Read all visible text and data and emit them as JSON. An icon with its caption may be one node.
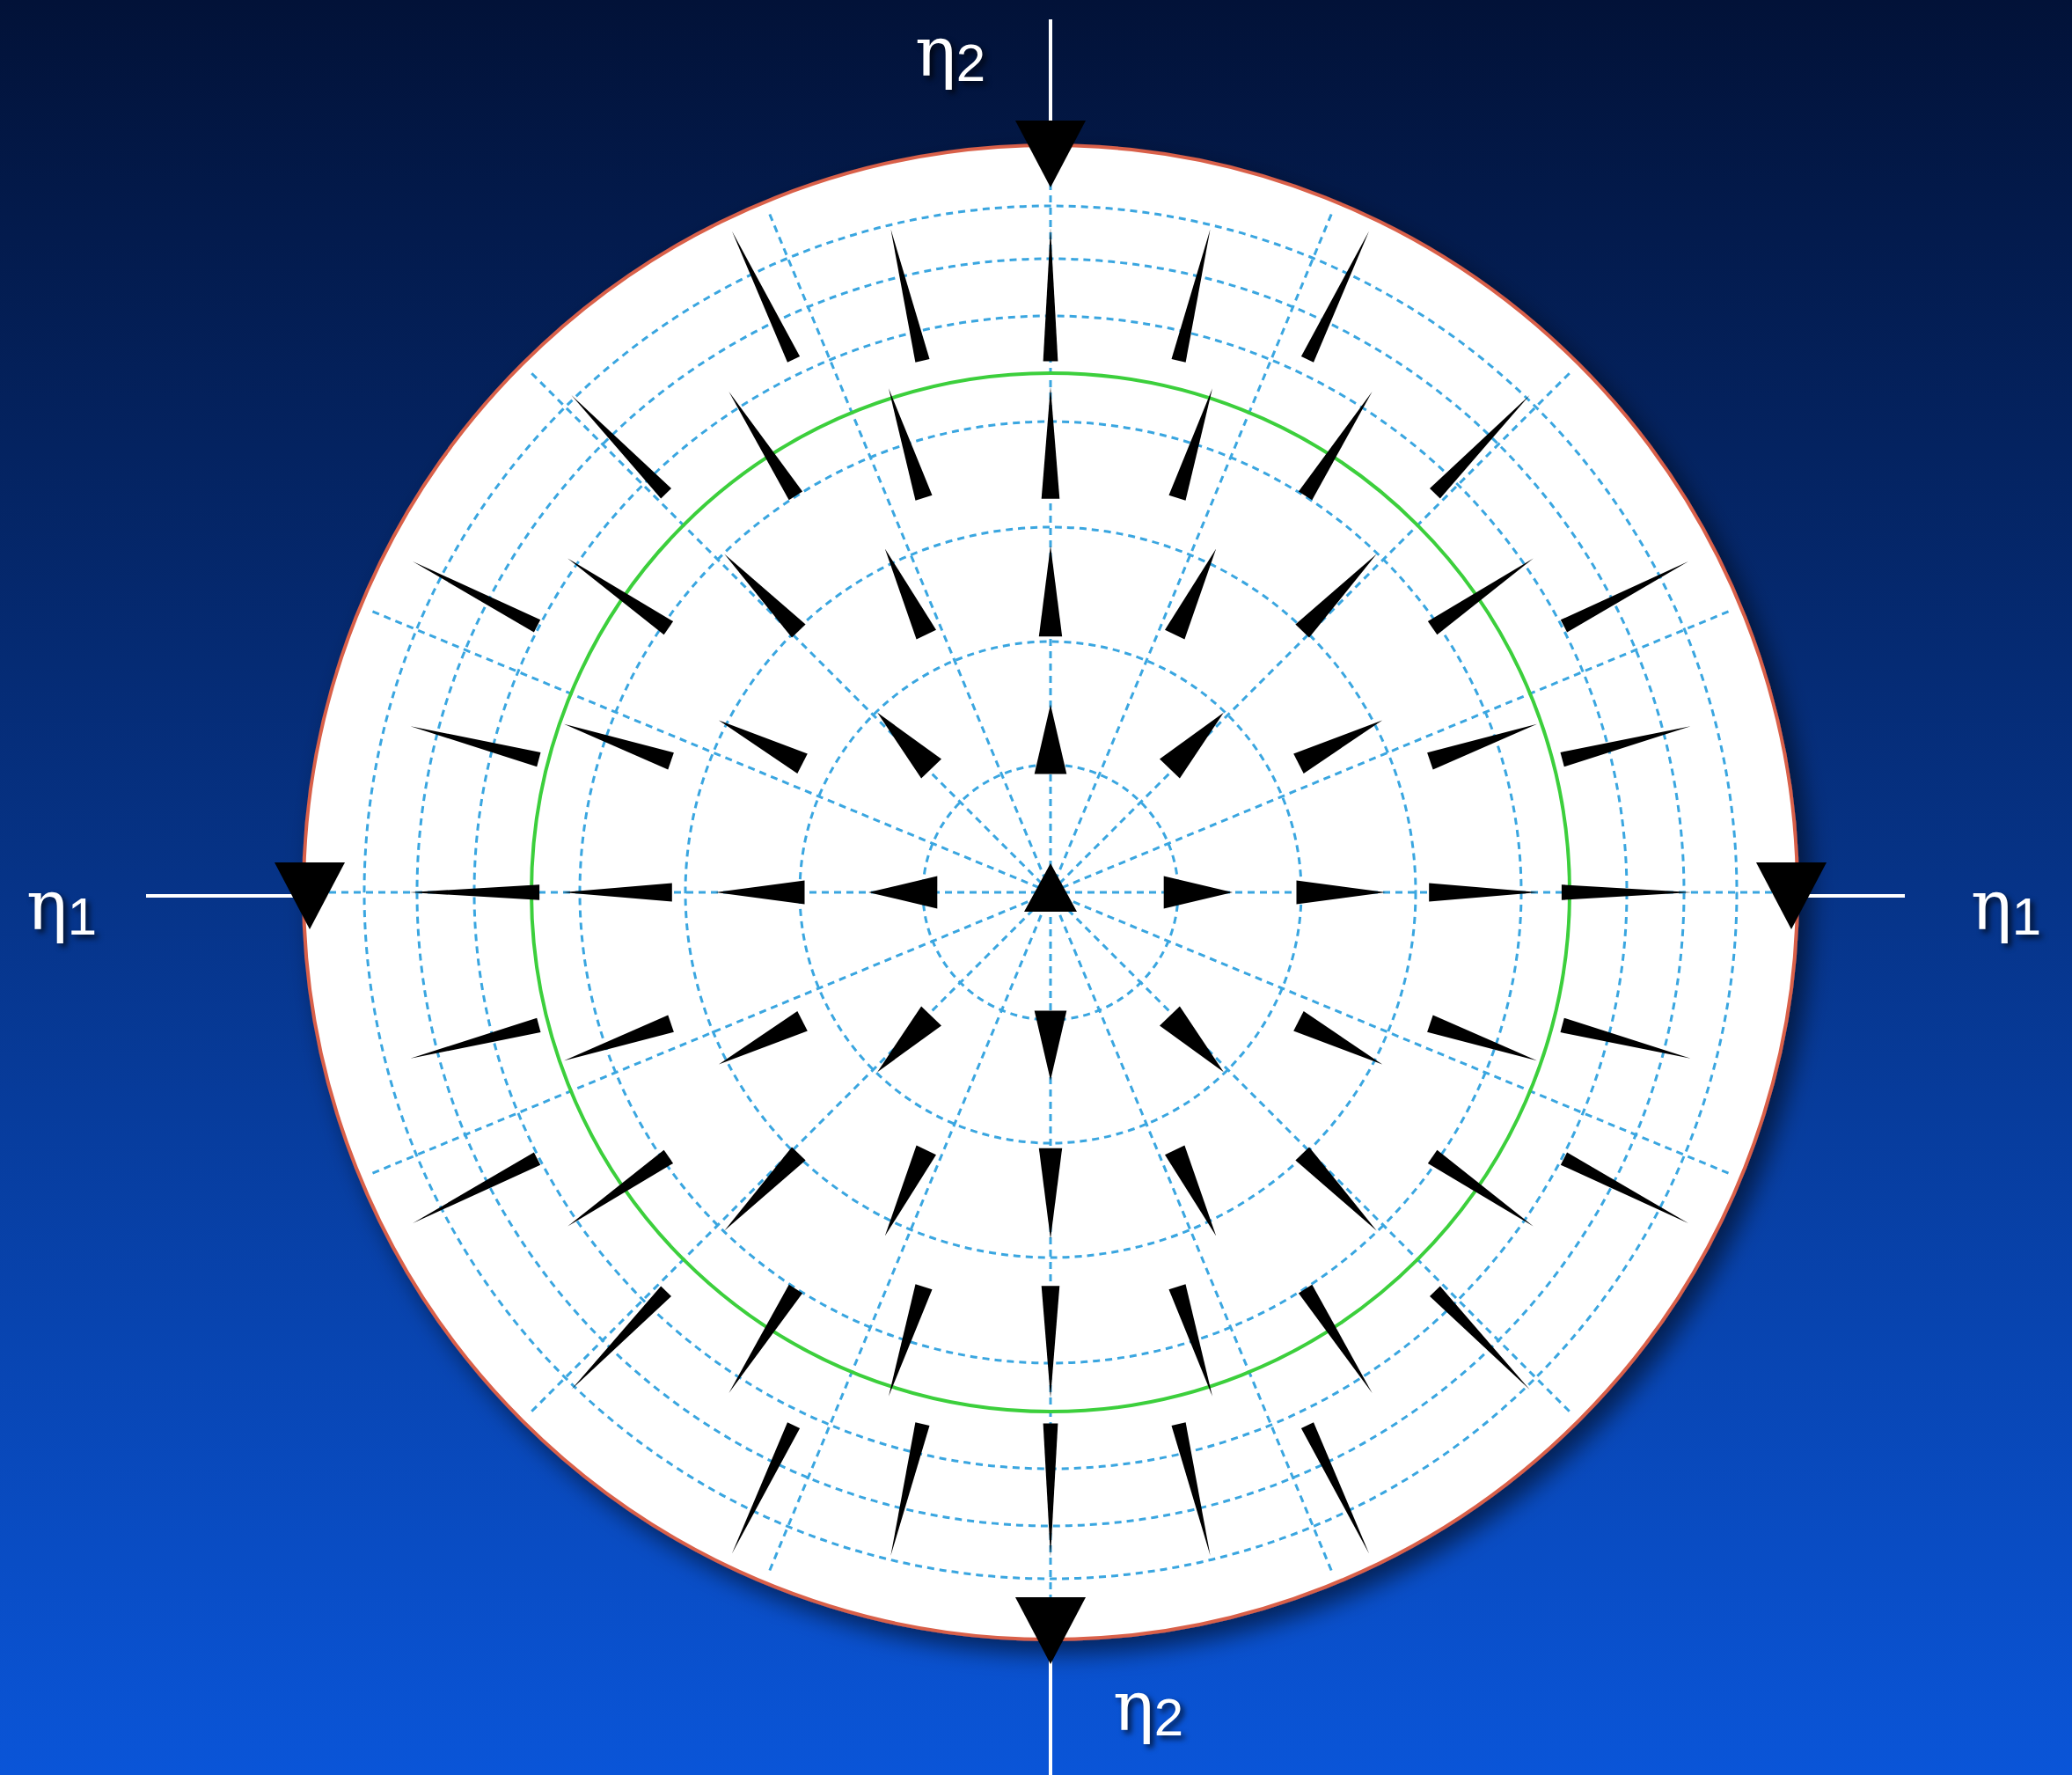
{
  "diagram": {
    "labels": [
      "η$_{2}$",
      "η$_{1}$",
      "η$_{1}$",
      "η$_{2}$"
    ]
  }
}
